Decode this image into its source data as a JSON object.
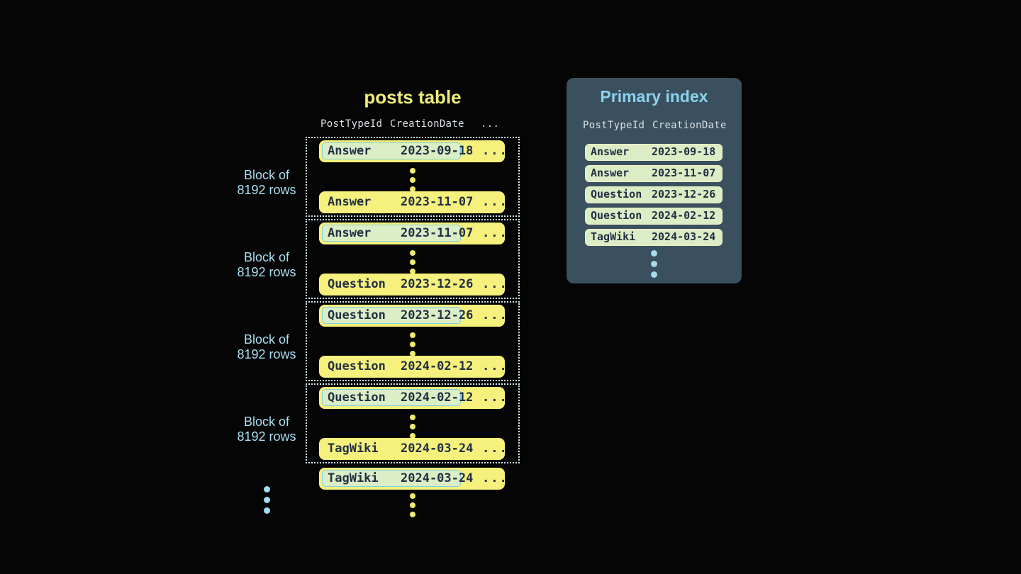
{
  "colors": {
    "background": "#050505",
    "row_yellow": "#f5f17c",
    "highlight_mint": "#dceec6",
    "highlight_border": "#7fcfe3",
    "index_row_bg": "#dcedc5",
    "index_row_border": "#edf1c9",
    "panel_bg": "#3a505e",
    "posts_title_yellow": "#f1ee79",
    "index_title_blue": "#8bd3ee",
    "block_label_blue": "#aadff2",
    "row_text_dark": "#222f44",
    "dotted_border": "#cfe8f2"
  },
  "posts_table": {
    "title": "posts table",
    "columns": [
      "PostTypeId",
      "CreationDate",
      "..."
    ],
    "blocks": [
      {
        "label_line1": "Block of",
        "label_line2": "8192 rows",
        "first_row": {
          "post_type": "Answer",
          "creation_date": "2023-09-18",
          "more": "..."
        },
        "last_row": {
          "post_type": "Answer",
          "creation_date": "2023-11-07",
          "more": "..."
        }
      },
      {
        "label_line1": "Block of",
        "label_line2": "8192 rows",
        "first_row": {
          "post_type": "Answer",
          "creation_date": "2023-11-07",
          "more": "..."
        },
        "last_row": {
          "post_type": "Question",
          "creation_date": "2023-12-26",
          "more": "..."
        }
      },
      {
        "label_line1": "Block of",
        "label_line2": "8192 rows",
        "first_row": {
          "post_type": "Question",
          "creation_date": "2023-12-26",
          "more": "..."
        },
        "last_row": {
          "post_type": "Question",
          "creation_date": "2024-02-12",
          "more": "..."
        }
      },
      {
        "label_line1": "Block of",
        "label_line2": "8192 rows",
        "first_row": {
          "post_type": "Question",
          "creation_date": "2024-02-12",
          "more": "..."
        },
        "last_row": {
          "post_type": "TagWiki",
          "creation_date": "2024-03-24",
          "more": "..."
        }
      }
    ],
    "overflow_row": {
      "post_type": "TagWiki",
      "creation_date": "2024-03-24",
      "more": "..."
    }
  },
  "primary_index": {
    "title": "Primary index",
    "columns": [
      "PostTypeId",
      "CreationDate"
    ],
    "rows": [
      {
        "post_type": "Answer",
        "creation_date": "2023-09-18"
      },
      {
        "post_type": "Answer",
        "creation_date": "2023-11-07"
      },
      {
        "post_type": "Question",
        "creation_date": "2023-12-26"
      },
      {
        "post_type": "Question",
        "creation_date": "2024-02-12"
      },
      {
        "post_type": "TagWiki",
        "creation_date": "2024-03-24"
      }
    ]
  }
}
